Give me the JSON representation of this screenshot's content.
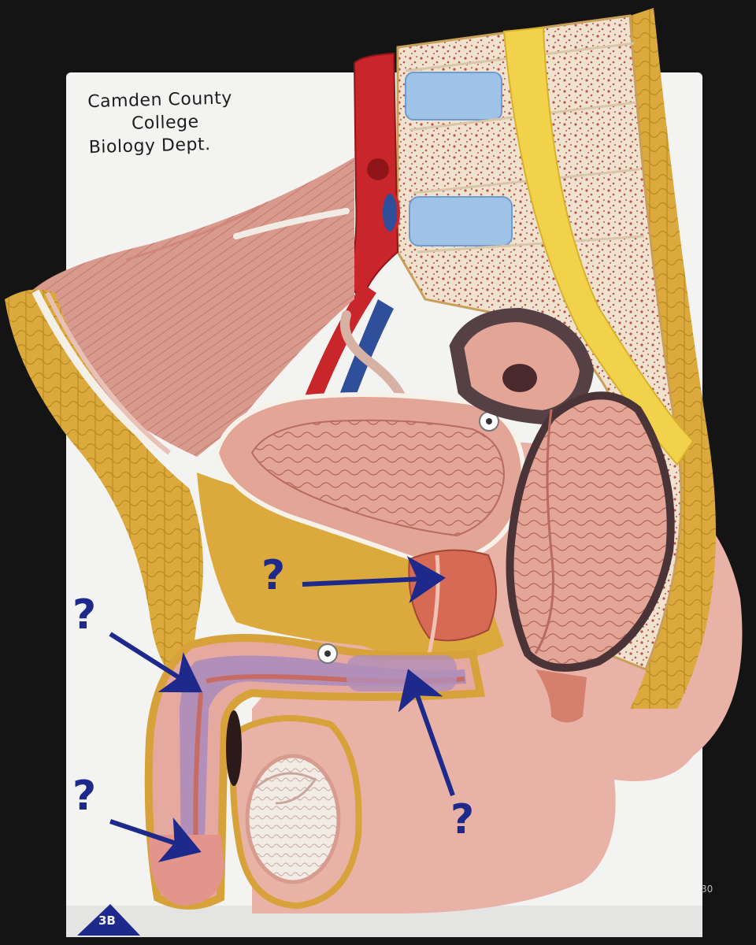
{
  "label_text": {
    "line1": "Camden County",
    "line2": "College",
    "line3": "Biology Dept."
  },
  "question_marks": [
    "?",
    "?",
    "?",
    "?"
  ],
  "corner_mark": "30",
  "logo_text": "3B",
  "colors": {
    "background": "#141414",
    "board": "#f3f3f1",
    "flesh": "#e9b2a6",
    "muscle": "#c9766b",
    "fat": "#dcaa3c",
    "bone": "#efe5d2",
    "disc": "#9ec3e6",
    "nerve": "#f1d24a",
    "artery": "#c8262b",
    "vein": "#2f4f9a",
    "arrow": "#1d2a8c"
  }
}
